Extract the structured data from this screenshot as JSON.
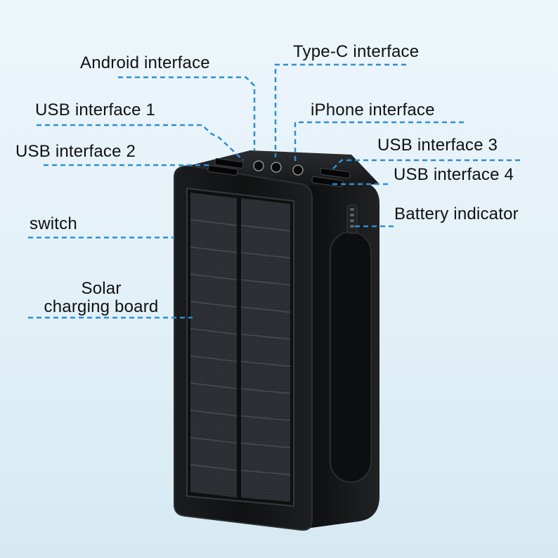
{
  "labels": {
    "android": "Android interface",
    "typec": "Type-C interface",
    "usb1": "USB interface 1",
    "iphone": "iPhone interface",
    "usb2": "USB interface 2",
    "usb3": "USB interface 3",
    "usb4": "USB interface 4",
    "switch": "switch",
    "battery": "Battery indicator",
    "solar_line1": "Solar",
    "solar_line2": "charging board"
  },
  "colors": {
    "leader": "#2e8fd1",
    "device_body": "#151617",
    "device_edge": "#2c2e30",
    "panel_cell": "#2a2d31",
    "panel_grid": "#474b50",
    "background_top": "#edf6fb",
    "background_bottom": "#d6e9f3"
  }
}
